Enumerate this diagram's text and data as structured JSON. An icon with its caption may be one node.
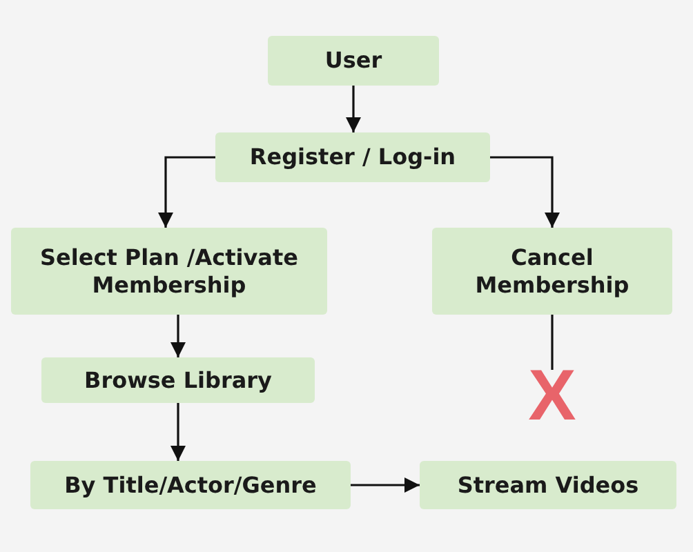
{
  "diagram": {
    "nodes": [
      {
        "text": [
          "User"
        ]
      },
      {
        "text": [
          "Register / Log-in"
        ]
      },
      {
        "text": [
          "Select Plan /Activate Membership"
        ]
      },
      {
        "text": [
          "Cancel Membership"
        ]
      },
      {
        "text": [
          "Browse Library"
        ]
      },
      {
        "text": [
          "By Title/Actor/Genre"
        ]
      },
      {
        "text": [
          "Stream Videos"
        ]
      },
      {
        "text": [
          "X"
        ]
      }
    ],
    "edges": [
      {
        "from": 0,
        "to": 1,
        "arrow": "to"
      },
      {
        "from": 1,
        "to": 2,
        "arrow": "to"
      },
      {
        "from": 1,
        "to": 3,
        "arrow": "to"
      },
      {
        "from": 2,
        "to": 4,
        "arrow": "to"
      },
      {
        "from": 4,
        "to": 5,
        "arrow": "to"
      },
      {
        "from": 5,
        "to": 6,
        "arrow": "to"
      },
      {
        "from": 3,
        "to": 7,
        "arrow": "none"
      }
    ]
  }
}
